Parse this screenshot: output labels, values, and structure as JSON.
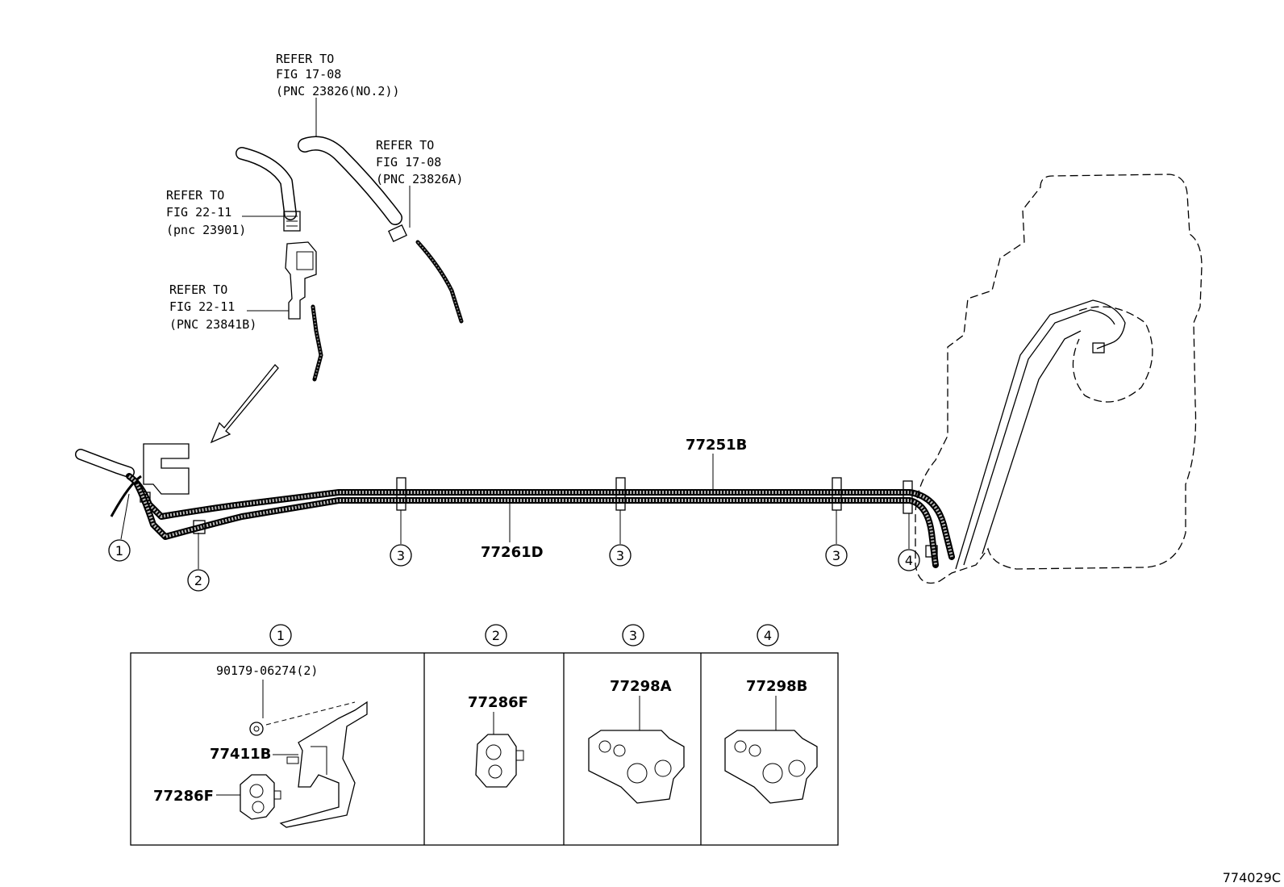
{
  "refs": {
    "ref1": {
      "l1": "REFER TO",
      "l2": "FIG 17-08",
      "l3": "(PNC 23826(NO.2))"
    },
    "ref2": {
      "l1": "REFER TO",
      "l2": "FIG 17-08",
      "l3": "(PNC 23826A)"
    },
    "ref3": {
      "l1": "REFER TO",
      "l2": "FIG 22-11",
      "l3": "(pnc 23901)"
    },
    "ref4": {
      "l1": "REFER TO",
      "l2": "FIG 22-11",
      "l3": "(PNC 23841B)"
    }
  },
  "parts": {
    "main_top": "77251B",
    "main_bottom": "77261D",
    "bracket": "77411B",
    "clamp_f_box1": "77286F",
    "clamp_f_box2": "77286F",
    "clamp_a": "77298A",
    "clamp_b": "77298B",
    "nut": "90179-06274(2)"
  },
  "callouts": {
    "c1": "1",
    "c2": "2",
    "c3": "3",
    "c4": "4"
  },
  "figure_id": "774029C"
}
